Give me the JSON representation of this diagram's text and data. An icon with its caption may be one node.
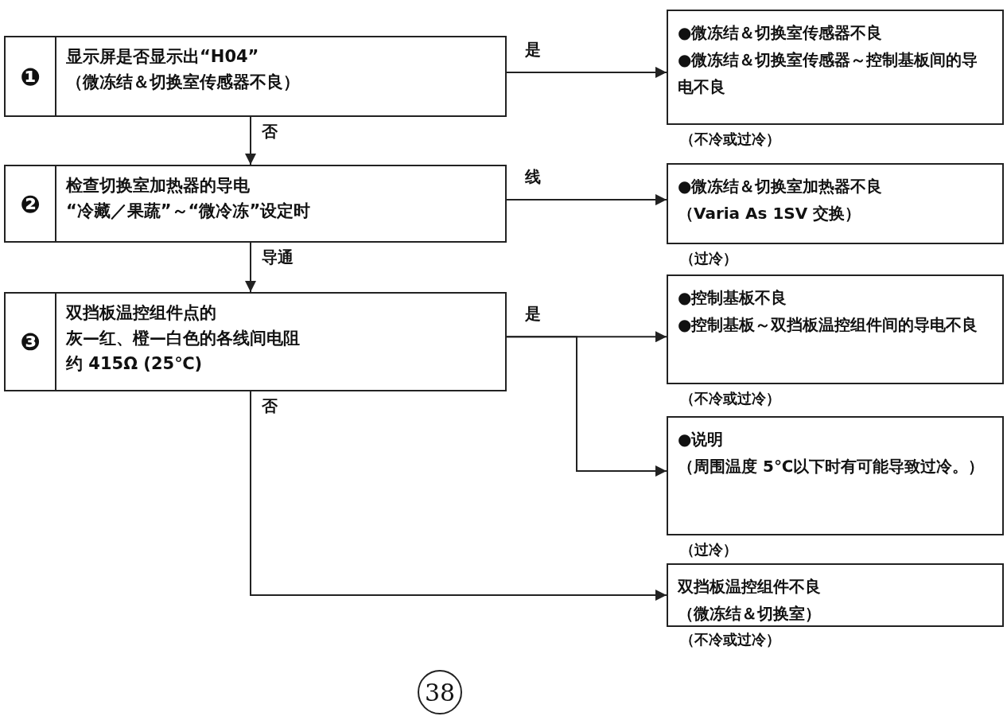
{
  "diagram": {
    "nodes": [
      {
        "text": [
          "❶",
          "显示屏是否显示出“H04”",
          "（微冻结＆切换室传感器不良）"
        ]
      },
      {
        "text": [
          "●微冻结＆切换室传感器不良",
          "●微冻结＆切换室传感器～控制基板间的导电不良"
        ],
        "beside": [
          "（不冷或过冷）"
        ]
      },
      {
        "text": [
          "❷",
          "检查切换室加热器的导电",
          "“冷藏／果蔬”～“微冷冻”设定时"
        ]
      },
      {
        "text": [
          "●微冻结＆切换室加热器不良",
          "（Varia As 1SV 交换）"
        ],
        "beside": [
          "（过冷）"
        ]
      },
      {
        "text": [
          "❸",
          "双挡板温控组件点的",
          "灰—红、橙—白色的各线间电阻",
          "约 415Ω (25℃)"
        ]
      },
      {
        "text": [
          "●控制基板不良",
          "●控制基板～双挡板温控组件间的导电不良"
        ],
        "beside": [
          "（不冷或过冷）"
        ]
      },
      {
        "text": [
          "●说明",
          "（周围温度 5℃以下时有可能导致过冷。）"
        ],
        "beside": [
          "（过冷）"
        ]
      },
      {
        "text": [
          "双挡板温控组件不良",
          "（微冻结＆切换室）"
        ],
        "beside": [
          "（不冷或过冷）"
        ]
      }
    ],
    "edges": [
      {
        "from": 0,
        "to": 1,
        "arrow": "to",
        "label": "是"
      },
      {
        "from": 0,
        "to": 2,
        "arrow": "to",
        "label": "否"
      },
      {
        "from": 2,
        "to": 3,
        "arrow": "to",
        "label": "线"
      },
      {
        "from": 2,
        "to": 4,
        "arrow": "to",
        "label": "导通"
      },
      {
        "from": 4,
        "to": 5,
        "arrow": "to",
        "label": "是"
      },
      {
        "from": 4,
        "to": 6,
        "arrow": "to"
      },
      {
        "from": 4,
        "to": 7,
        "arrow": "to",
        "label": "否"
      }
    ],
    "labels": [
      "38"
    ]
  }
}
